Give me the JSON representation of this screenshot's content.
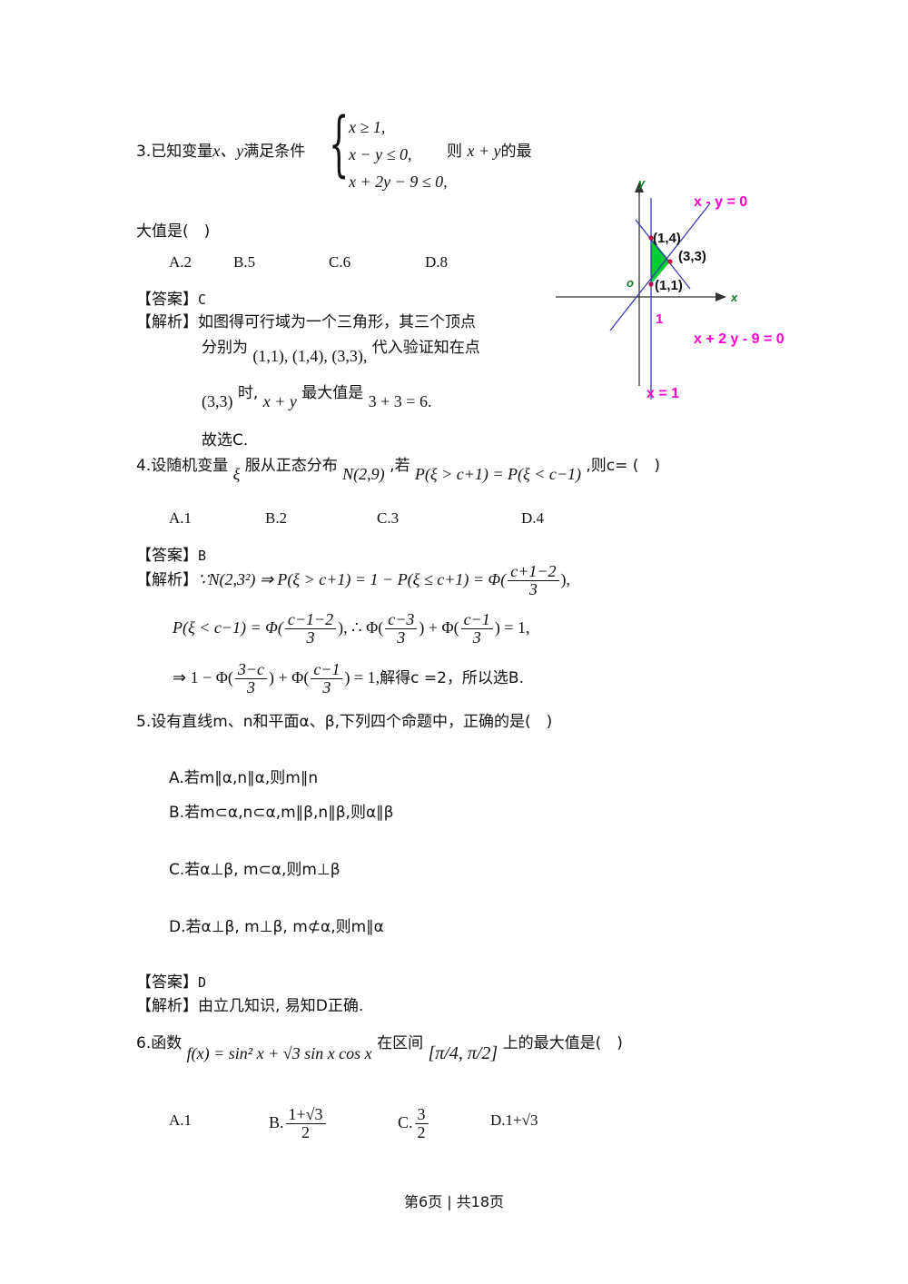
{
  "q3": {
    "stem_prefix": "3.已知变量",
    "vars": "x、y",
    "stem_mid": "满足条件",
    "system": [
      "x ≥ 1,",
      "x − y ≤ 0,",
      "x + 2y − 9 ≤ 0,"
    ],
    "stem_then": "则",
    "objective": "x + y",
    "stem_suffix": "的最",
    "stem_line2": "大值是(　)",
    "options": [
      "A.2",
      "B.5",
      "C.6",
      "D.8"
    ],
    "answer_label": "【答案】",
    "answer": "C",
    "analysis_label": "【解析】",
    "analysis_line1": "如图得可行域为一个三角形，其三个顶点",
    "analysis_line2_prefix": "分别为",
    "vertices": "(1,1), (1,4), (3,3),",
    "analysis_line2_suffix": "代入验证知在点",
    "point": "(3,3)",
    "analysis_line3_mid": "时,",
    "analysis_line3_obj": "x + y",
    "analysis_line3_suffix": "最大值是",
    "max_expr": "3 + 3 = 6.",
    "conclusion": "故选C."
  },
  "figure": {
    "label_y": "y",
    "label_x": "x",
    "label_o": "o",
    "label_1": "1",
    "line_xy": "x - y = 0",
    "line_x2y": "x + 2 y - 9 = 0",
    "line_x1": "x = 1",
    "pt_14": "(1,4)",
    "pt_33": "(3,3)",
    "pt_11": "(1,1)",
    "colors": {
      "label": "#ff00cc",
      "fill": "#00cc33",
      "line": "#3b3bb0"
    }
  },
  "q4": {
    "stem_prefix": "4.设随机变量",
    "xi": "ξ",
    "stem_mid": "服从正态分布",
    "dist": "N(2,9)",
    "stem_if": ",若",
    "cond": "P(ξ > c+1) = P(ξ < c−1)",
    "stem_suffix": ",则c= (　)",
    "options": [
      "A.1",
      "B.2",
      "C.3",
      "D.4"
    ],
    "answer_label": "【答案】",
    "answer": "B",
    "analysis_label": "【解析】",
    "l1_a": "∵N(2,3²) ⇒ P(ξ > c+1) = 1 − P(ξ ≤ c+1) = Φ(",
    "l1_num": "c+1−2",
    "l1_den": "3",
    "l1_b": "),",
    "l2_a": "P(ξ < c−1) = Φ(",
    "l2_num1": "c−1−2",
    "l2_den1": "3",
    "l2_b": "), ∴ Φ(",
    "l2_num2": "c−3",
    "l2_den2": "3",
    "l2_c": ") + Φ(",
    "l2_num3": "c−1",
    "l2_den3": "3",
    "l2_d": ") = 1,",
    "l3_a": "⇒ 1 − Φ(",
    "l3_num1": "3−c",
    "l3_den1": "3",
    "l3_b": ") + Φ(",
    "l3_num2": "c−1",
    "l3_den2": "3",
    "l3_c": ") = 1,",
    "l3_d": "解得c =2，所以选B."
  },
  "q5": {
    "stem": "5.设有直线m、n和平面α、β,下列四个命题中，正确的是(　)",
    "options": [
      "A.若m∥α,n∥α,则m∥n",
      "B.若m⊂α,n⊂α,m∥β,n∥β,则α∥β",
      "C.若α⊥β, m⊂α,则m⊥β",
      "D.若α⊥β, m⊥β, m⊄α,则m∥α"
    ],
    "answer_label": "【答案】",
    "answer": "D",
    "analysis_label": "【解析】",
    "analysis": "由立几知识, 易知D正确."
  },
  "q6": {
    "stem_prefix": "6.函数",
    "func": "f(x) = sin² x + √3 sin x cos x",
    "stem_mid": "在区间",
    "interval": "[π/4, π/2]",
    "stem_suffix": "上的最大值是(　)",
    "opt_a": "A.1",
    "opt_b_label": "B.",
    "opt_b_num": "1+√3",
    "opt_b_den": "2",
    "opt_c_label": "C.",
    "opt_c_num": "3",
    "opt_c_den": "2",
    "opt_d": "D.1+√3"
  },
  "footer": "第6页 | 共18页"
}
